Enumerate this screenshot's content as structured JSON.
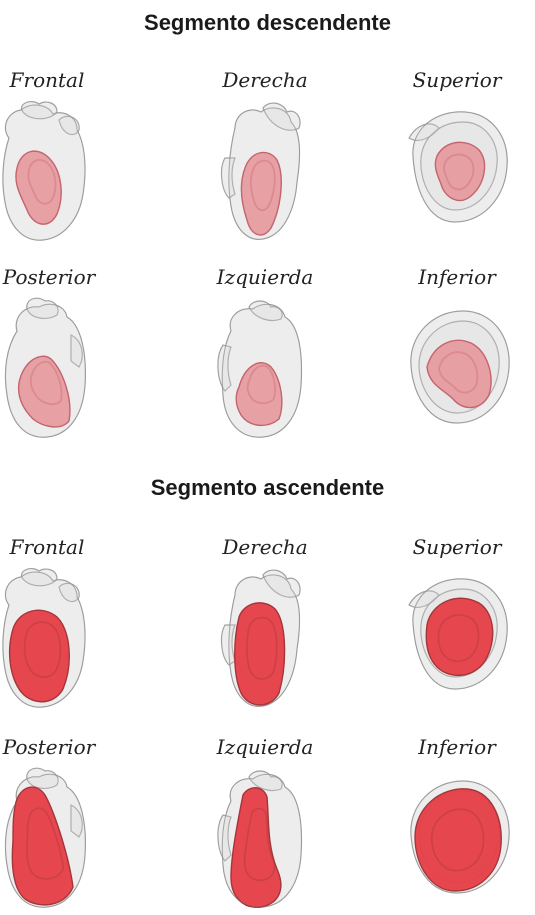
{
  "sections": [
    {
      "title": "Segmento descendente",
      "views": [
        {
          "label": "Frontal",
          "shape": "frontal",
          "intensity": "light"
        },
        {
          "label": "Derecha",
          "shape": "derecha",
          "intensity": "light"
        },
        {
          "label": "Superior",
          "shape": "superior",
          "intensity": "light"
        },
        {
          "label": "Posterior",
          "shape": "posterior",
          "intensity": "light"
        },
        {
          "label": "Izquierda",
          "shape": "izquierda",
          "intensity": "light"
        },
        {
          "label": "Inferior",
          "shape": "inferior",
          "intensity": "light"
        }
      ]
    },
    {
      "title": "Segmento ascendente",
      "views": [
        {
          "label": "Frontal",
          "shape": "frontal",
          "intensity": "strong"
        },
        {
          "label": "Derecha",
          "shape": "derecha",
          "intensity": "strong"
        },
        {
          "label": "Superior",
          "shape": "superior",
          "intensity": "strong"
        },
        {
          "label": "Posterior",
          "shape": "posterior",
          "intensity": "strong"
        },
        {
          "label": "Izquierda",
          "shape": "izquierda",
          "intensity": "strong"
        },
        {
          "label": "Inferior",
          "shape": "inferior",
          "intensity": "strong"
        }
      ]
    }
  ],
  "colors": {
    "ghost_fill": "#d9d9d9",
    "ghost_stroke": "#8c8c8c",
    "light_red": "#e07a80",
    "light_red_dark": "#b8434e",
    "strong_red": "#e0141e",
    "strong_red_dark": "#8f0a10"
  }
}
